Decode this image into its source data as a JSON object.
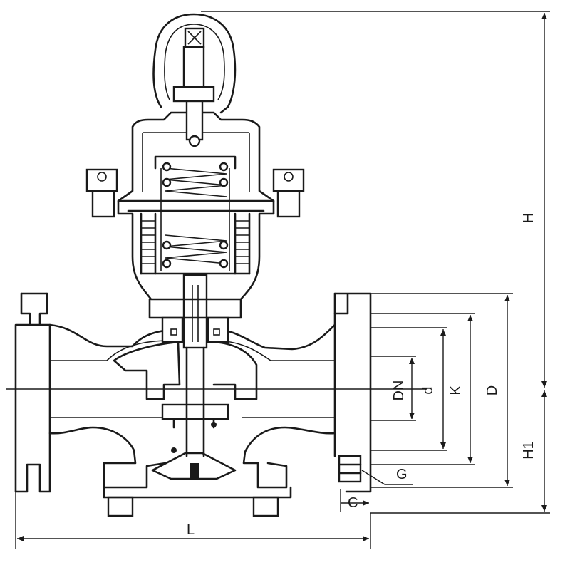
{
  "drawing": {
    "labels": {
      "H": "H",
      "H1": "H1",
      "D": "D",
      "K": "K",
      "d": "d",
      "DN": "DN",
      "G": "G",
      "C": "C",
      "L": "L"
    }
  }
}
